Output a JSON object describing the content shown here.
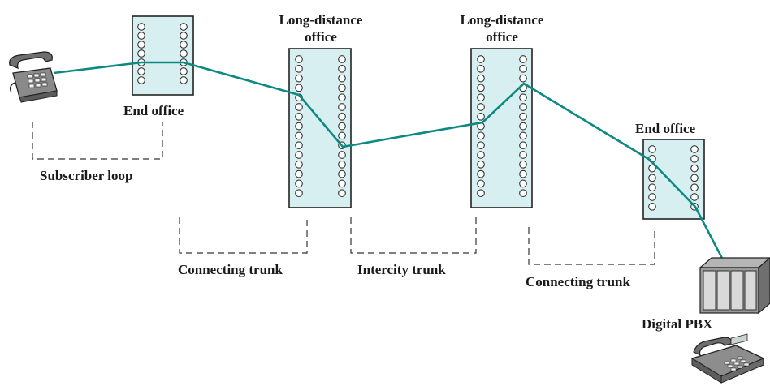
{
  "labels": {
    "end_office_left": "End office",
    "end_office_right": "End office",
    "long_distance_1_line1": "Long-distance",
    "long_distance_1_line2": "office",
    "long_distance_2_line1": "Long-distance",
    "long_distance_2_line2": "office",
    "subscriber_loop": "Subscriber loop",
    "connecting_trunk_left": "Connecting trunk",
    "intercity_trunk": "Intercity trunk",
    "connecting_trunk_right": "Connecting trunk",
    "digital_pbx": "Digital PBX"
  },
  "icons": {
    "telephone_left": "desk-telephone-icon",
    "pbx": "server-cabinet-icon",
    "telephone_right": "digital-telephone-icon"
  },
  "colors": {
    "connection": "#0c8a82",
    "switch_fill": "#d7eff0"
  }
}
